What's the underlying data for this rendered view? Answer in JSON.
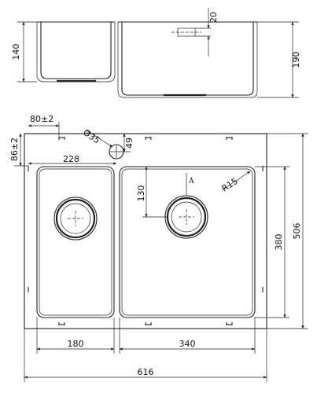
{
  "dimensions": {
    "bowl_depth_small": "140",
    "bowl_depth_large": "190",
    "overflow_offset": "20",
    "drain_offset": "80±2",
    "edge_offset": "86±2",
    "tap_hole_diameter": "Ø35",
    "tap_hole_offset": "49",
    "tap_hole_position": "228",
    "drain_position": "130",
    "corner_radius": "R15",
    "bowl_length_large": "380",
    "total_length": "506",
    "bowl_width_small": "180",
    "bowl_width_large": "340",
    "total_width": "616"
  },
  "section_marker": "A"
}
